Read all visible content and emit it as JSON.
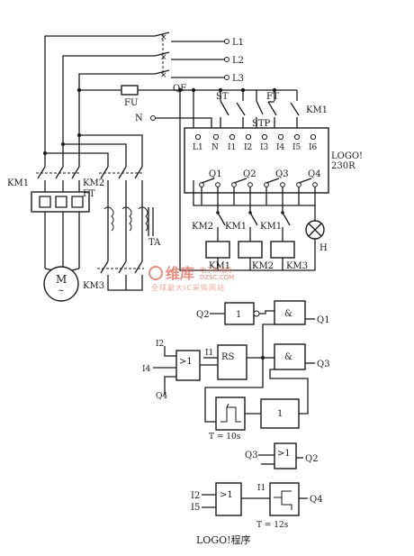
{
  "power": {
    "phases": [
      "L1",
      "L2",
      "L3"
    ],
    "breaker": "QF",
    "fuse": "FU",
    "neutral": "N"
  },
  "controller": {
    "name_line1": "LOGO!",
    "name_line2": "230R",
    "inputs": [
      "L1",
      "N",
      "I1",
      "I2",
      "I3",
      "I4",
      "I5",
      "I6"
    ],
    "outputs": [
      "Q1",
      "Q2",
      "Q3",
      "Q4"
    ]
  },
  "field_devices": {
    "start": "ST",
    "stop": "STP",
    "thermal": "FT",
    "km1_contact": "KM1",
    "out_contacts": [
      "KM2",
      "KM1",
      "KM1"
    ],
    "coils": [
      "KM1",
      "KM2",
      "KM3"
    ],
    "lamp": "H"
  },
  "motor_circuit": {
    "km1": "KM1",
    "km2": "KM2",
    "ft": "FT",
    "ta": "TA",
    "km3": "KM3",
    "motor": "M",
    "motor_sub": "~"
  },
  "program": {
    "not_symbol": "1",
    "and_symbol": "&",
    "or_symbol": ">1",
    "rs_symbol": "RS",
    "t1": "T = 10s",
    "t2": "T = 12s",
    "refs": {
      "q2": "Q2",
      "q1": "Q1",
      "i2": "I2",
      "i4": "I4",
      "q4": "Q4",
      "q3": "Q3",
      "i1": "I1",
      "i5": "I5"
    },
    "caption": "LOGO!程序"
  },
  "watermark": {
    "brand": "维库",
    "sub": "电子市场网",
    "site": "DZSC.COM",
    "tagline": "全球最大IC采购网站"
  }
}
